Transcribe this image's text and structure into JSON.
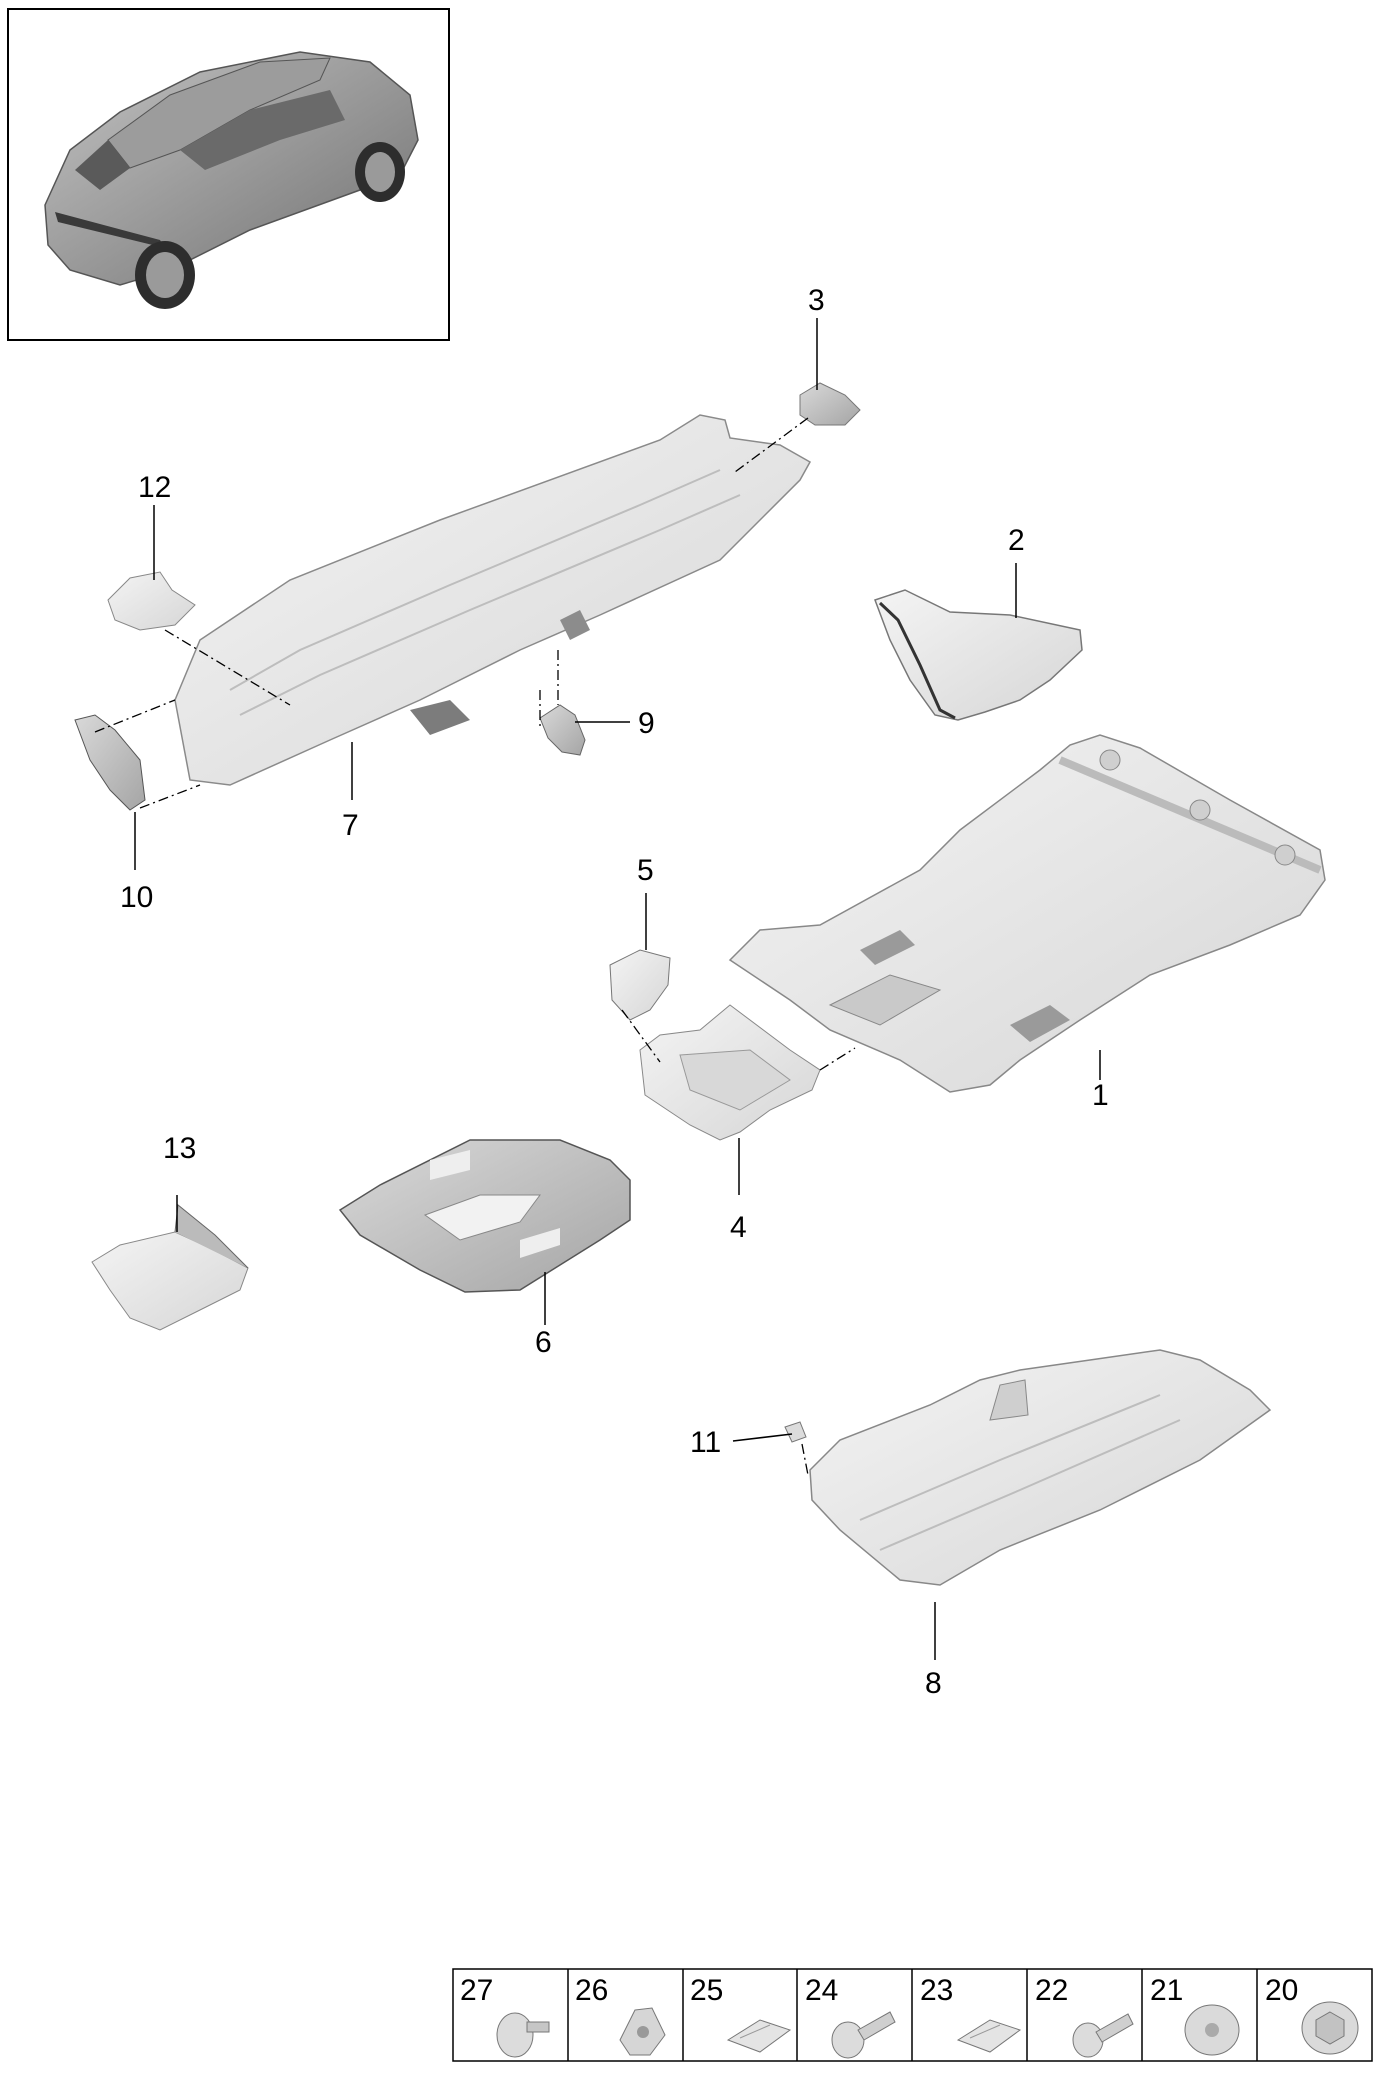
{
  "thumbnail": {
    "icon": "car-rear-three-quarter-icon"
  },
  "callouts": {
    "c1": "1",
    "c2": "2",
    "c3": "3",
    "c4": "4",
    "c5": "5",
    "c6": "6",
    "c7": "7",
    "c8": "8",
    "c9": "9",
    "c10": "10",
    "c11": "11",
    "c12": "12",
    "c13": "13"
  },
  "fasteners": [
    {
      "number": "27",
      "icon": "flange-bolt-icon"
    },
    {
      "number": "26",
      "icon": "clip-nut-icon"
    },
    {
      "number": "25",
      "icon": "spring-clip-icon"
    },
    {
      "number": "24",
      "icon": "push-rivet-icon"
    },
    {
      "number": "23",
      "icon": "spring-clip-icon"
    },
    {
      "number": "22",
      "icon": "hex-bolt-icon"
    },
    {
      "number": "21",
      "icon": "washer-nut-icon"
    },
    {
      "number": "20",
      "icon": "flange-nut-icon"
    }
  ],
  "colors": {
    "line": "#000000",
    "part_fill": "#e8e8e8",
    "part_shadow": "#9a9a9a",
    "car_body": "#8e8e8e"
  }
}
